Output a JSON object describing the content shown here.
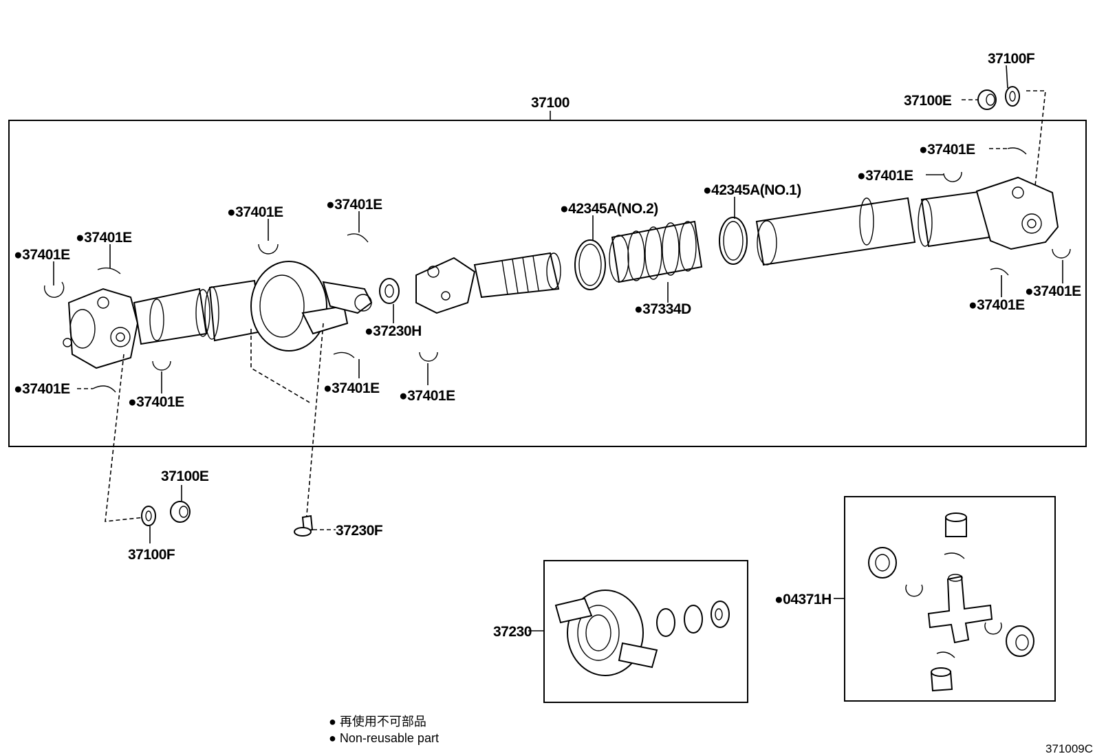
{
  "assembly_label": "37100",
  "labels": {
    "top_37100F": "37100F",
    "top_37100E": "37100E",
    "r_37401E_1": "●37401E",
    "r_37401E_2": "●37401E",
    "l_37401E_1": "●37401E",
    "l_37401E_2": "●37401E",
    "m_37401E_1": "●37401E",
    "m_37401E_2": "●37401E",
    "b_42345A_2": "●42345A(NO.2)",
    "b_42345A_1": "●42345A(NO.1)",
    "boot_37334D": "●37334D",
    "ring_37230H": "●37230H",
    "rr_37401E_1": "●37401E",
    "rr_37401E_2": "●37401E",
    "ll_37401E_1": "●37401E",
    "ll_37401E_2": "●37401E",
    "lm_37401E_1": "●37401E",
    "lm_37401E_2": "●37401E",
    "bot_37100E": "37100E",
    "bot_37100F": "37100F",
    "bolt_37230F": "37230F",
    "bearing_37230": "37230",
    "spider_04371H": "●04371H"
  },
  "legend": {
    "jp": "● 再使用不可部品",
    "en": "● Non-reusable part"
  },
  "diagram_code": "371009C"
}
